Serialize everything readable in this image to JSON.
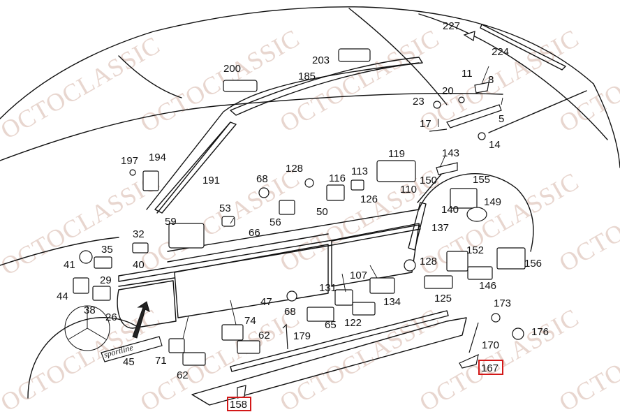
{
  "watermark": "OCTOCLASSIC",
  "highlight_color": "#d31818",
  "emblem_text": "sportline",
  "highlighted_parts": [
    "158",
    "167"
  ],
  "part_labels": {
    "p227": "227",
    "p224": "224",
    "p203": "203",
    "p200": "200",
    "p185": "185",
    "p11": "11",
    "p8": "8",
    "p20": "20",
    "p23": "23",
    "p5": "5",
    "p17": "17",
    "p14": "14",
    "p197": "197",
    "p194": "194",
    "p143": "143",
    "p119": "119",
    "p128a": "128",
    "p116": "116",
    "p113": "113",
    "p68a": "68",
    "p191": "191",
    "p150": "150",
    "p110": "110",
    "p155": "155",
    "p126": "126",
    "p53": "53",
    "p50": "50",
    "p140": "140",
    "p149": "149",
    "p59": "59",
    "p56": "56",
    "p66": "66",
    "p137": "137",
    "p32": "32",
    "p35": "35",
    "p41": "41",
    "p40": "40",
    "p152": "152",
    "p156": "156",
    "p128b": "128",
    "p29": "29",
    "p107": "107",
    "p146": "146",
    "p44": "44",
    "p131": "131",
    "p134": "134",
    "p125": "125",
    "p47": "47",
    "p38": "38",
    "p68b": "68",
    "p173": "173",
    "p26": "26",
    "p122": "122",
    "p74": "74",
    "p65": "65",
    "p176": "176",
    "p62a": "62",
    "p179": "179",
    "p170": "170",
    "p45": "45",
    "p71": "71",
    "p167": "167",
    "p62b": "62",
    "p158": "158"
  }
}
